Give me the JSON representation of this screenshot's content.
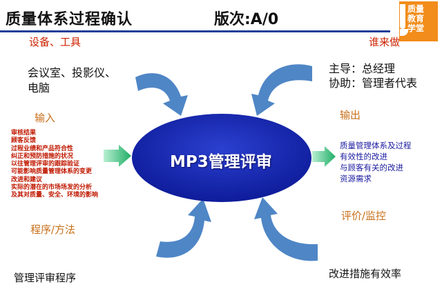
{
  "header": {
    "title": "质量体系过程确认",
    "version": "版次:A/0"
  },
  "logo": {
    "text_line1": "质量",
    "text_line2": "教育",
    "text_line3": "学堂"
  },
  "center": {
    "label": "MP3管理评审"
  },
  "left": {
    "equipment_heading": "设备、工具",
    "equipment_line1": "会议室、投影仪、",
    "equipment_line2": "电脑",
    "input_heading": "输入",
    "input_items": [
      "审核结果",
      "顾客反馈",
      "过程业绩和产品符合性",
      "纠正和预防措施的状况",
      "以往管理评审的跟踪验证",
      "可能影响质量管理体系的变更",
      "改进和建议",
      "实际的潜在的市场场发的分析",
      "及其对质量、安全、环境的影响"
    ],
    "procedure_heading": "程序/方法",
    "procedure_value": "管理评审程序"
  },
  "right": {
    "who_heading": "谁来做",
    "who_line1": "主导：总经理",
    "who_line2": "协助：管理者代表",
    "output_heading": "输出",
    "output_items": [
      "质量管理体系及过程",
      "有效性的改进",
      "与顾客有关的改进",
      "资源需求"
    ],
    "evaluate_heading": "评价/监控",
    "evaluate_value": "改进措施有效率"
  },
  "colors": {
    "ellipse": "#1528b0",
    "arrow_blue": "#4f86c6",
    "arrow_green": "#22b06a",
    "header_line": "#1f3f9a",
    "logo_bg": "#f28c1a"
  },
  "icons": {
    "logo": "education-logo-icon"
  }
}
